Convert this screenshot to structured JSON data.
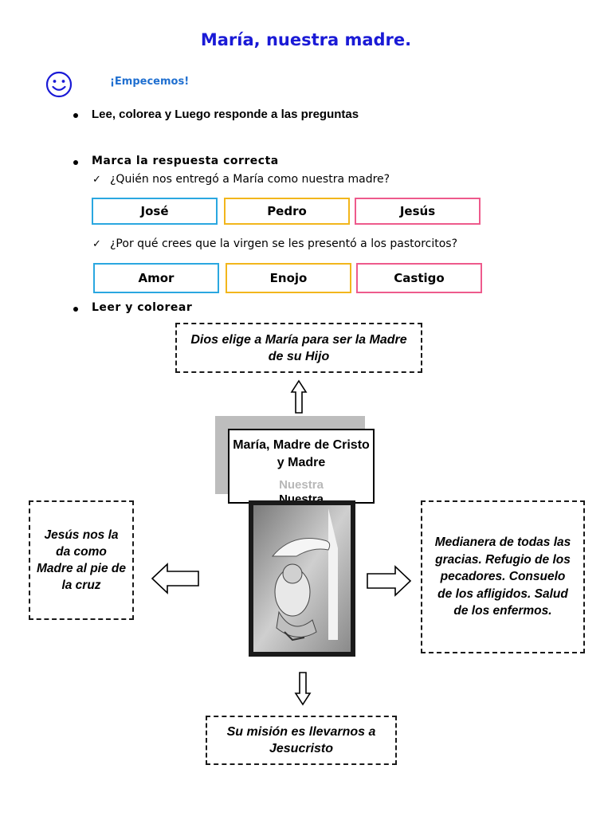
{
  "header": {
    "title": "María, nuestra madre.",
    "intro": "¡Empecemos!"
  },
  "instructions": {
    "first": "Lee, colorea y Luego responde a las preguntas",
    "second": "Marca la respuesta correcta",
    "third": "Leer y colorear"
  },
  "questions": [
    {
      "text": "¿Quién nos entregó a María como nuestra madre?",
      "options": [
        "José",
        "Pedro",
        "Jesús"
      ]
    },
    {
      "text": "¿Por qué crees que la virgen se les presentó a los pastorcitos?",
      "options": [
        "Amor",
        "Enojo",
        "Castigo"
      ]
    }
  ],
  "diagram": {
    "top": "Dios elige a María para ser la Madre de su Hijo",
    "center": "María, Madre de Cristo y Madre",
    "center_ghost": "Nuestra",
    "center_sub": "Nuestra",
    "left": "Jesús nos la da como Madre al pie de la cruz",
    "right": "Medianera de todas las gracias. Refugio de los pecadores. Consuelo de los afligidos. Salud de los enfermos.",
    "bottom": "Su misión es llevarnos a Jesucristo"
  },
  "colors": {
    "title": "#1a1ad6",
    "intro": "#1f6fd0",
    "blue_box": "#2aa7e0",
    "yellow_box": "#f2b61c",
    "pink_box": "#ee5a8c"
  },
  "icons": {
    "intro": "smiley-face-icon",
    "check": "check-mark-icon",
    "bullet": "bullet-dot-icon"
  }
}
